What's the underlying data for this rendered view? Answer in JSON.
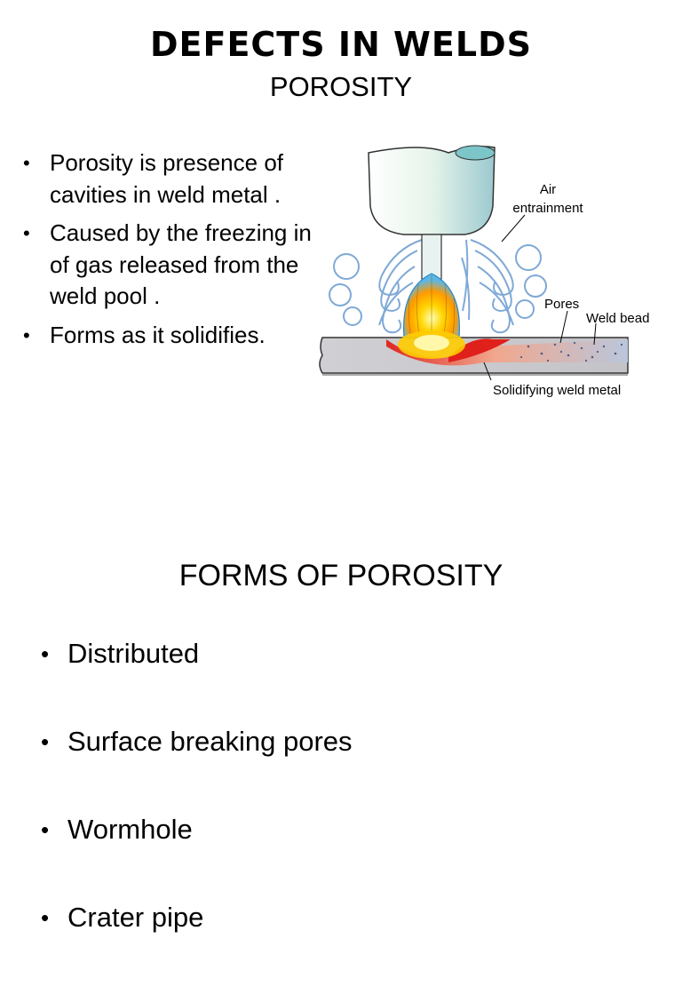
{
  "slide": {
    "title": "DEFECTS IN WELDS",
    "subtitle": "POROSITY",
    "bullets": [
      "Porosity is presence of cavities in weld metal .",
      "Caused by the freezing in of gas released from the weld pool .",
      "Forms as it solidifies."
    ]
  },
  "diagram": {
    "labels": {
      "air_line1": "Air",
      "air_line2": "entrainment",
      "pores": "Pores",
      "weld_bead": "Weld bead",
      "solidifying": "Solidifying weld metal"
    },
    "colors": {
      "nozzle": "#c8e6dc",
      "swirl": "#7fa9d6",
      "arc_core": "#ffd400",
      "weld_red": "#e0201a",
      "plate": "#c9c9cc"
    }
  },
  "forms": {
    "title": "FORMS OF POROSITY",
    "items": [
      "Distributed",
      "Surface breaking pores",
      "Wormhole",
      "Crater pipe"
    ]
  }
}
